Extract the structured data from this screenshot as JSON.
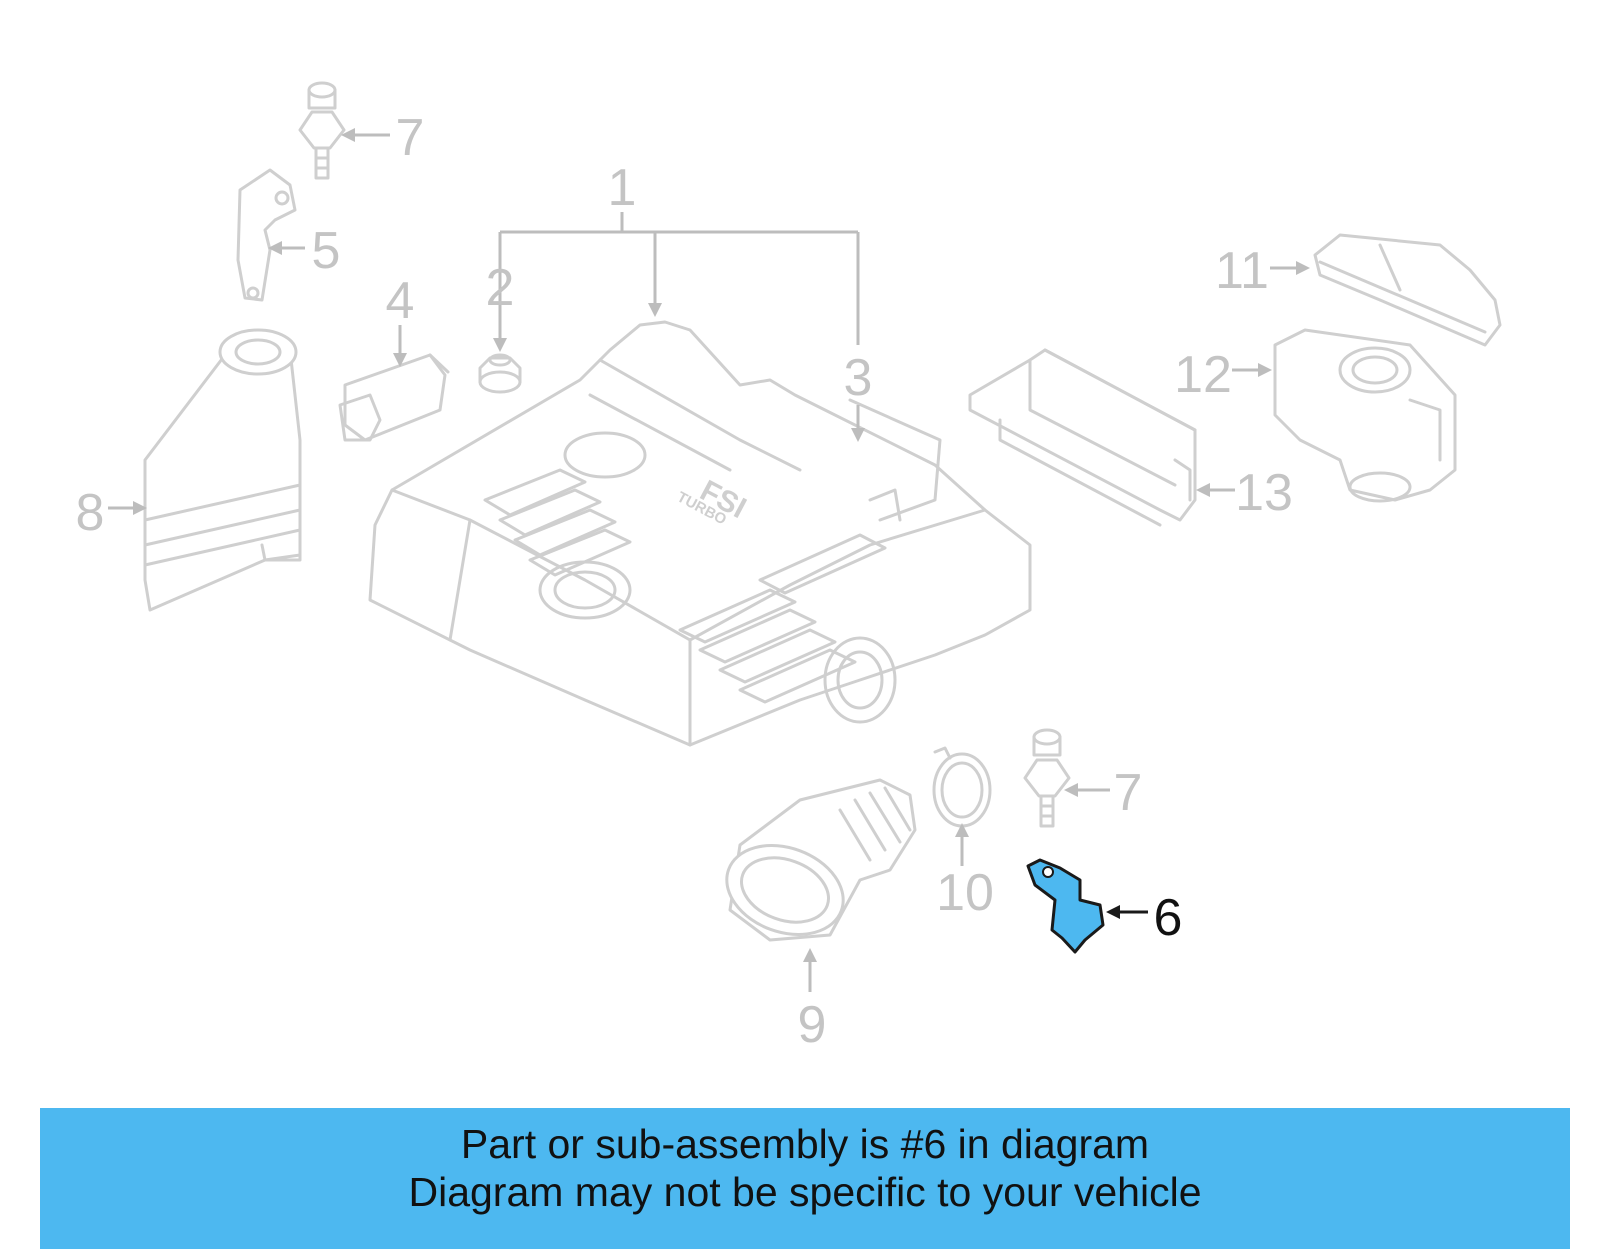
{
  "callouts": {
    "c1": "1",
    "c2": "2",
    "c3": "3",
    "c4": "4",
    "c5": "5",
    "c6": "6",
    "c7a": "7",
    "c7b": "7",
    "c8": "8",
    "c9": "9",
    "c10": "10",
    "c11": "11",
    "c12": "12",
    "c13": "13"
  },
  "engine_cover_marking": {
    "fsi": "FSI",
    "turbo": "TURBO"
  },
  "highlight": {
    "part_number": "6",
    "color": "#4db8f0"
  },
  "banner": {
    "line1": "Part or sub-assembly is #6 in diagram",
    "line2": "Diagram may not be specific to your vehicle"
  }
}
